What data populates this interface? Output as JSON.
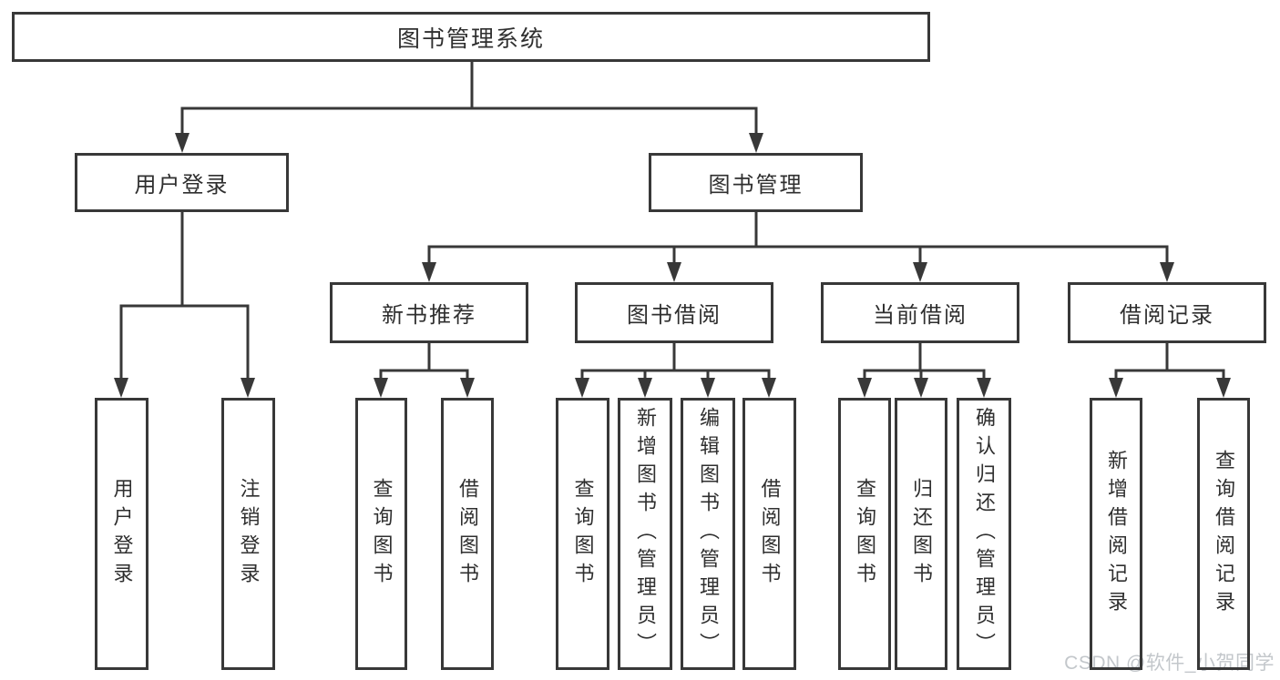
{
  "diagram_type": "hierarchy-tree",
  "colors": {
    "background": "#ffffff",
    "line": "#383838",
    "box_border": "#383838",
    "text": "#2f2f2f",
    "watermark": "#c3c7cb"
  },
  "tree": {
    "root": {
      "label": "图书管理系统",
      "children": [
        {
          "label": "用户登录",
          "children": [
            {
              "label": "用户登录"
            },
            {
              "label": "注销登录"
            }
          ]
        },
        {
          "label": "图书管理",
          "children": [
            {
              "label": "新书推荐",
              "children": [
                {
                  "label": "查询图书"
                },
                {
                  "label": "借阅图书"
                }
              ]
            },
            {
              "label": "图书借阅",
              "children": [
                {
                  "label": "查询图书"
                },
                {
                  "label": "新增图书（管理员）"
                },
                {
                  "label": "编辑图书（管理员）"
                },
                {
                  "label": "借阅图书"
                }
              ]
            },
            {
              "label": "当前借阅",
              "children": [
                {
                  "label": "查询图书"
                },
                {
                  "label": "归还图书"
                },
                {
                  "label": "确认归还（管理员）"
                }
              ]
            },
            {
              "label": "借阅记录",
              "children": [
                {
                  "label": "新增借阅记录"
                },
                {
                  "label": "查询借阅记录"
                }
              ]
            }
          ]
        }
      ]
    }
  },
  "watermark": {
    "text": "CSDN @软件_小贺同学"
  }
}
